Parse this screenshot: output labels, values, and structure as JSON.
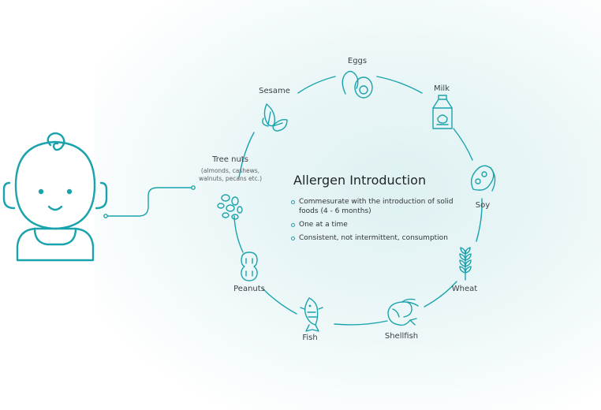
{
  "title": "Allergen Introduction",
  "bullets": [
    "Commesurate with the introduction of solid foods (4 - 6 months)",
    "One at a time",
    "Consistent, not intermittent, consumption"
  ],
  "allergens": {
    "eggs": "Eggs",
    "milk": "Milk",
    "soy": "Soy",
    "wheat": "Wheat",
    "shellfish": "Shellfish",
    "fish": "Fish",
    "peanuts": "Peanuts",
    "tree_nuts": "Tree nuts",
    "tree_nuts_detail_line1": "(almonds, cashews,",
    "tree_nuts_detail_line2": "walnuts, pecans etc.)",
    "sesame": "Sesame"
  },
  "colors": {
    "accent": "#1aa3ad",
    "text": "#3a3f45"
  },
  "icons": [
    "baby-icon",
    "egg-icon",
    "milk-carton-icon",
    "soybean-icon",
    "wheat-icon",
    "shrimp-icon",
    "fish-icon",
    "peanut-icon",
    "tree-nuts-icon",
    "sesame-leaf-icon"
  ]
}
